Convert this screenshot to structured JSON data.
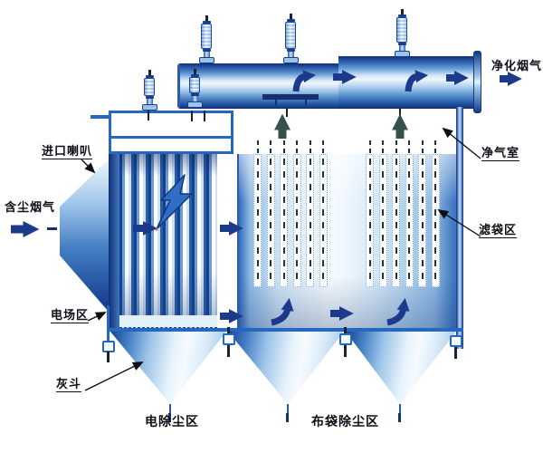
{
  "diagram": {
    "description_labels": {
      "inlet_horn": "进口喇叭",
      "dusty_flue_gas": "含尘烟气",
      "electric_field_zone": "电场区",
      "ash_hopper": "灰斗",
      "esp_section": "电除尘区",
      "bag_filter_section": "布袋除尘区",
      "filter_bag_area": "滤袋区",
      "clean_gas_chamber": "净气室",
      "purified_flue_gas": "净化烟气"
    },
    "filter_bags": {
      "groups": 2,
      "bags_per_group": 6
    },
    "hopper_count": 3,
    "insulator_count": 5
  },
  "colors": {
    "line_blue": "#2667c0",
    "navy": "#14306e",
    "arrow_navy": "#1b3a8c",
    "arrow_dark": "#35514b",
    "label_color": "#0d0d16",
    "bolt_blue": "#2e6fc5",
    "bag_border": "#6aa7dc"
  }
}
